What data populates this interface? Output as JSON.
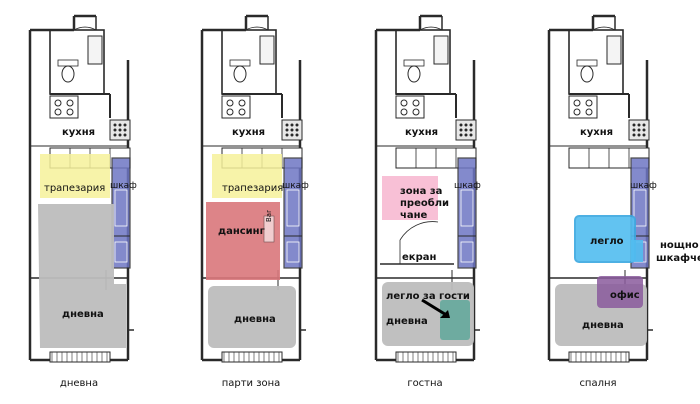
{
  "plans": [
    {
      "caption": "дневна",
      "kitchen": "кухня",
      "wardrobe": "шкаф",
      "zones": {
        "dining": "трапезария",
        "living": "дневна"
      }
    },
    {
      "caption": "парти зона",
      "kitchen": "кухня",
      "wardrobe": "шкаф",
      "zones": {
        "dining": "трапезария",
        "dancing": "дансинг",
        "bar": "Bar",
        "living": "дневна"
      }
    },
    {
      "caption": "гостна",
      "kitchen": "кухня",
      "wardrobe": "шкаф",
      "zones": {
        "changing_lines": [
          "зона за",
          "преобли",
          "чане"
        ],
        "screen": "екран",
        "guest_bed": "легло за гости",
        "living": "дневна"
      }
    },
    {
      "caption": "спалня",
      "kitchen": "кухня",
      "wardrobe": "шкаф",
      "zones": {
        "bed": "легло",
        "nightstand_lines": [
          "нощно",
          "шкафче"
        ],
        "office": "офис",
        "living": "дневна"
      }
    }
  ],
  "colors": {
    "wall": "#2a2a2a",
    "dining": "#f6f19a",
    "living": "#bdbdbd",
    "wardrobe": "#6e76c4",
    "dancing": "#d9777b",
    "changing": "#f7b9d2",
    "guest_bed": "#5fa79a",
    "bed": "#52bdf0",
    "office": "#8a5a9c"
  }
}
